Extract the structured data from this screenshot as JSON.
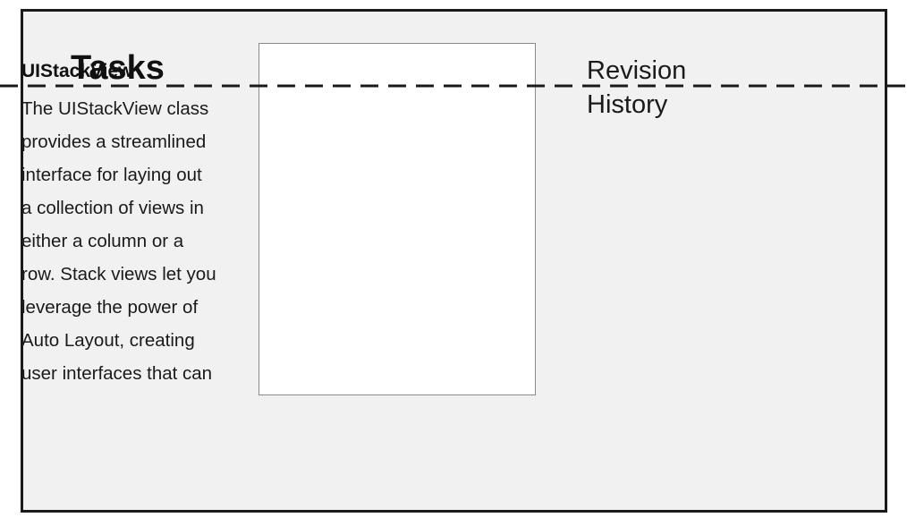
{
  "tasks": {
    "label": "Tasks"
  },
  "card": {
    "title": "UIStackView",
    "lines": [
      "The UIStackView class",
      "provides a streamlined",
      "interface for laying out",
      "a collection of views in",
      "either a column or a",
      "row. Stack views let you",
      "leverage the power of",
      "Auto Layout, creating",
      "user interfaces that can"
    ]
  },
  "revision": {
    "line1": "Revision",
    "line2": "History"
  }
}
